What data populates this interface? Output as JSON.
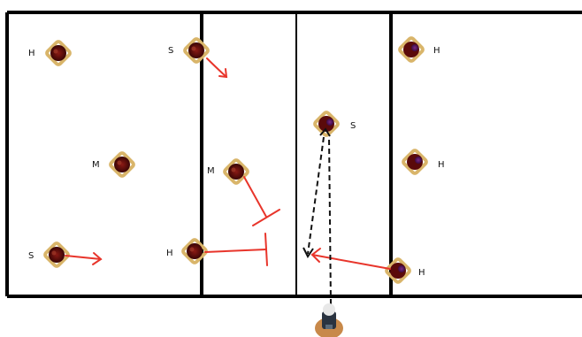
{
  "colors": {
    "court_lines": "#000000",
    "arrow_red": "#e8352b",
    "dashed_path": "#111111",
    "player_ring": "#d9b56a",
    "player_team_a": "#5a0a0a",
    "player_team_b": "#5b1f63"
  },
  "players": [
    {
      "id": "p1",
      "label": "H",
      "team": "a"
    },
    {
      "id": "p2",
      "label": "S",
      "team": "a"
    },
    {
      "id": "p3",
      "label": "M",
      "team": "a"
    },
    {
      "id": "p4",
      "label": "M",
      "team": "a"
    },
    {
      "id": "p5",
      "label": "S",
      "team": "a"
    },
    {
      "id": "p6",
      "label": "H",
      "team": "a"
    },
    {
      "id": "p7",
      "label": "H",
      "team": "b"
    },
    {
      "id": "p8",
      "label": "S",
      "team": "b"
    },
    {
      "id": "p9",
      "label": "H",
      "team": "b"
    },
    {
      "id": "p10",
      "label": "H",
      "team": "b"
    }
  ],
  "coach": {
    "icon": "coach-figure-icon"
  }
}
